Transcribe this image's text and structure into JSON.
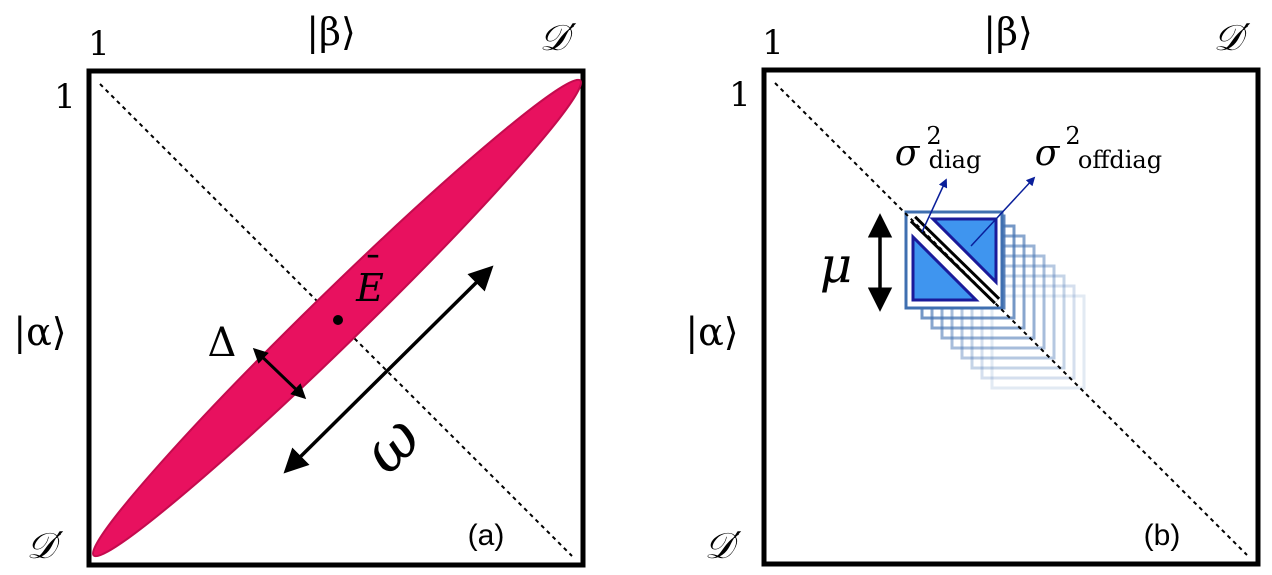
{
  "panel_a": {
    "top_label": "|β⟩",
    "left_label": "|α⟩",
    "corner_top_left_x": "1",
    "corner_top_left_y": "1",
    "corner_top_right": "𝒟′",
    "corner_bottom_left": "𝒟′",
    "center_label_base": "E",
    "center_label_bar": "¯",
    "width_label": "Δ",
    "length_label": "ω",
    "panel_tag": "(a)"
  },
  "panel_b": {
    "top_label": "|β⟩",
    "left_label": "|α⟩",
    "corner_top_left_x": "1",
    "corner_top_left_y": "1",
    "corner_top_right": "𝒟′",
    "corner_bottom_left": "𝒟′",
    "block_size_label": "μ",
    "sigma_diag_base": "σ",
    "sigma_diag_sup": "2",
    "sigma_diag_sub": "diag",
    "sigma_offdiag_base": "σ",
    "sigma_offdiag_sup": "2",
    "sigma_offdiag_sub": "offdiag",
    "panel_tag": "(b)"
  },
  "colors": {
    "ellipse_fill": "#e8115f",
    "ellipse_edge": "#c40b4e",
    "block_fill": "#3f95ef",
    "block_edge": "#1a1a9a",
    "block_outline": "#3f6fb0",
    "arrow_blue": "#0a1f9a"
  }
}
